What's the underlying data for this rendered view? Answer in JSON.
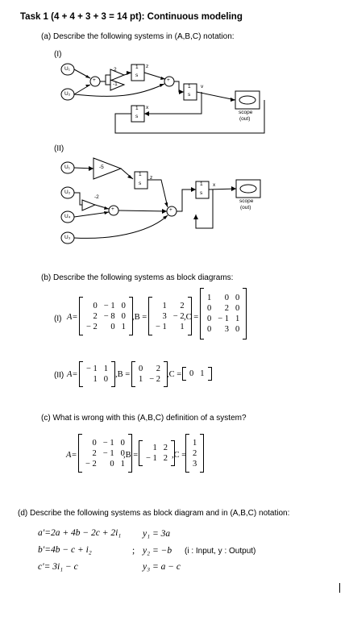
{
  "task_title": "Task 1 (4 + 4 + 3 + 3 = 14 pt): Continuous modeling",
  "part_a": {
    "heading": "(a) Describe the following systems in (A,B,C) notation:",
    "sys1_label": "(I)",
    "sys2_label": "(II)",
    "sys1": {
      "inputs": [
        "U₁",
        "U₂"
      ],
      "gain_2": "2",
      "gain_m1": "-1",
      "int_num": "1",
      "int_den": "s",
      "state_z": "z",
      "state_v": "v",
      "state_x": "x",
      "plus": "+",
      "scope_label": "scope",
      "scope_out": "(out)"
    },
    "sys2": {
      "inputs": [
        "U₁",
        "U₂",
        "U₄",
        "U₃"
      ],
      "gain_m5": "-5",
      "gain_m2": "-2",
      "int_num": "1",
      "int_den": "s",
      "state_z": "z",
      "state_x": "x",
      "plus": "+",
      "scope_label": "scope",
      "scope_out": "(out)"
    }
  },
  "part_b": {
    "heading": "(b) Describe the following systems as block diagrams:",
    "sys1_label": "(I)",
    "A_label": "A=",
    "B_label": ",B =",
    "C_label": ",C =",
    "A": [
      [
        "0",
        "− 1",
        "0"
      ],
      [
        "2",
        "− 8",
        "0"
      ],
      [
        "− 2",
        "0",
        "1"
      ]
    ],
    "B": [
      [
        "1",
        "2"
      ],
      [
        "3",
        "− 2"
      ],
      [
        "− 1",
        "1"
      ]
    ],
    "C": [
      [
        "1",
        "0",
        "0"
      ],
      [
        "0",
        "2",
        "0"
      ],
      [
        "0",
        "− 1",
        "1"
      ],
      [
        "0",
        "3",
        "0"
      ]
    ],
    "sys2_label": "(II)",
    "A2_label": "A=",
    "B2_label": ",B =",
    "C2_label": ",C =",
    "A2": [
      [
        "− 1",
        "1"
      ],
      [
        "1",
        "0"
      ]
    ],
    "B2": [
      [
        "0",
        "2"
      ],
      [
        "1",
        "− 2"
      ]
    ],
    "C2": [
      [
        "0",
        "1"
      ]
    ]
  },
  "part_c": {
    "heading": "(c) What is wrong with this (A,B,C) definition of a system?",
    "A_label": "A=",
    "B_label": ",B =",
    "C_label": ",C =",
    "A": [
      [
        "0",
        "− 1",
        "0"
      ],
      [
        "2",
        "− 1",
        "0"
      ],
      [
        "− 2",
        "0",
        "1"
      ]
    ],
    "B": [
      [
        "1",
        "2"
      ],
      [
        "− 1",
        "2"
      ]
    ],
    "C": [
      [
        "1"
      ],
      [
        "2"
      ],
      [
        "3"
      ]
    ]
  },
  "part_d": {
    "heading": "(d) Describe the following systems as block diagram and in (A,B,C) notation:",
    "eq_left": [
      "a'=2a + 4b − 2c + 2i₁",
      "b'=4b − c + i₂",
      "c'= 3i₁ − c"
    ],
    "separator": ";",
    "eq_right": [
      "y₁ = 3a",
      "y₂ = −b",
      "y₃ = a − c"
    ],
    "legend": "(i : Input,  y : Output)"
  }
}
